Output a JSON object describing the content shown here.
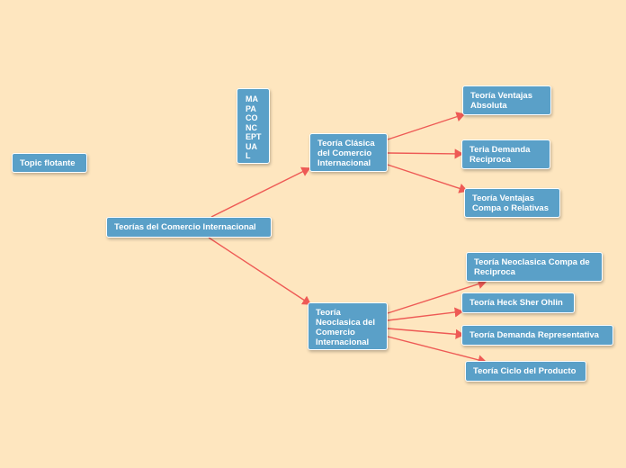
{
  "colors": {
    "background": "#fee6bf",
    "node_fill": "#5aa0c8",
    "node_text": "#ffffff",
    "connector": "#ee5a55"
  },
  "nodes": {
    "floating": "Topic flotante",
    "mapa": "MA\nPA\nCO\nNC\nEPT\nUA\nL",
    "root": "Teorías del Comercio Internacional",
    "clasica": "Teoría Clásica\ndel Comercio\nInternacional",
    "neoclasica": "Teoría\nNeoclasica del\nComercio\nInternacional",
    "ventajas_absoluta": "Teoría Ventajas\nAbsoluta",
    "demanda_reciproca": "Teria Demanda\nReciproca",
    "ventajas_relativas": "Teoría Ventajas\nCompa o Relativas",
    "neoclasica_compa": "Teoría Neoclasica Compa de\nReciproca",
    "heck_sher_ohlin": "Teoría Heck Sher Ohlin",
    "demanda_representativa": "Teoría Demanda Representativa",
    "ciclo_producto": "Teoría Ciclo del Producto"
  }
}
